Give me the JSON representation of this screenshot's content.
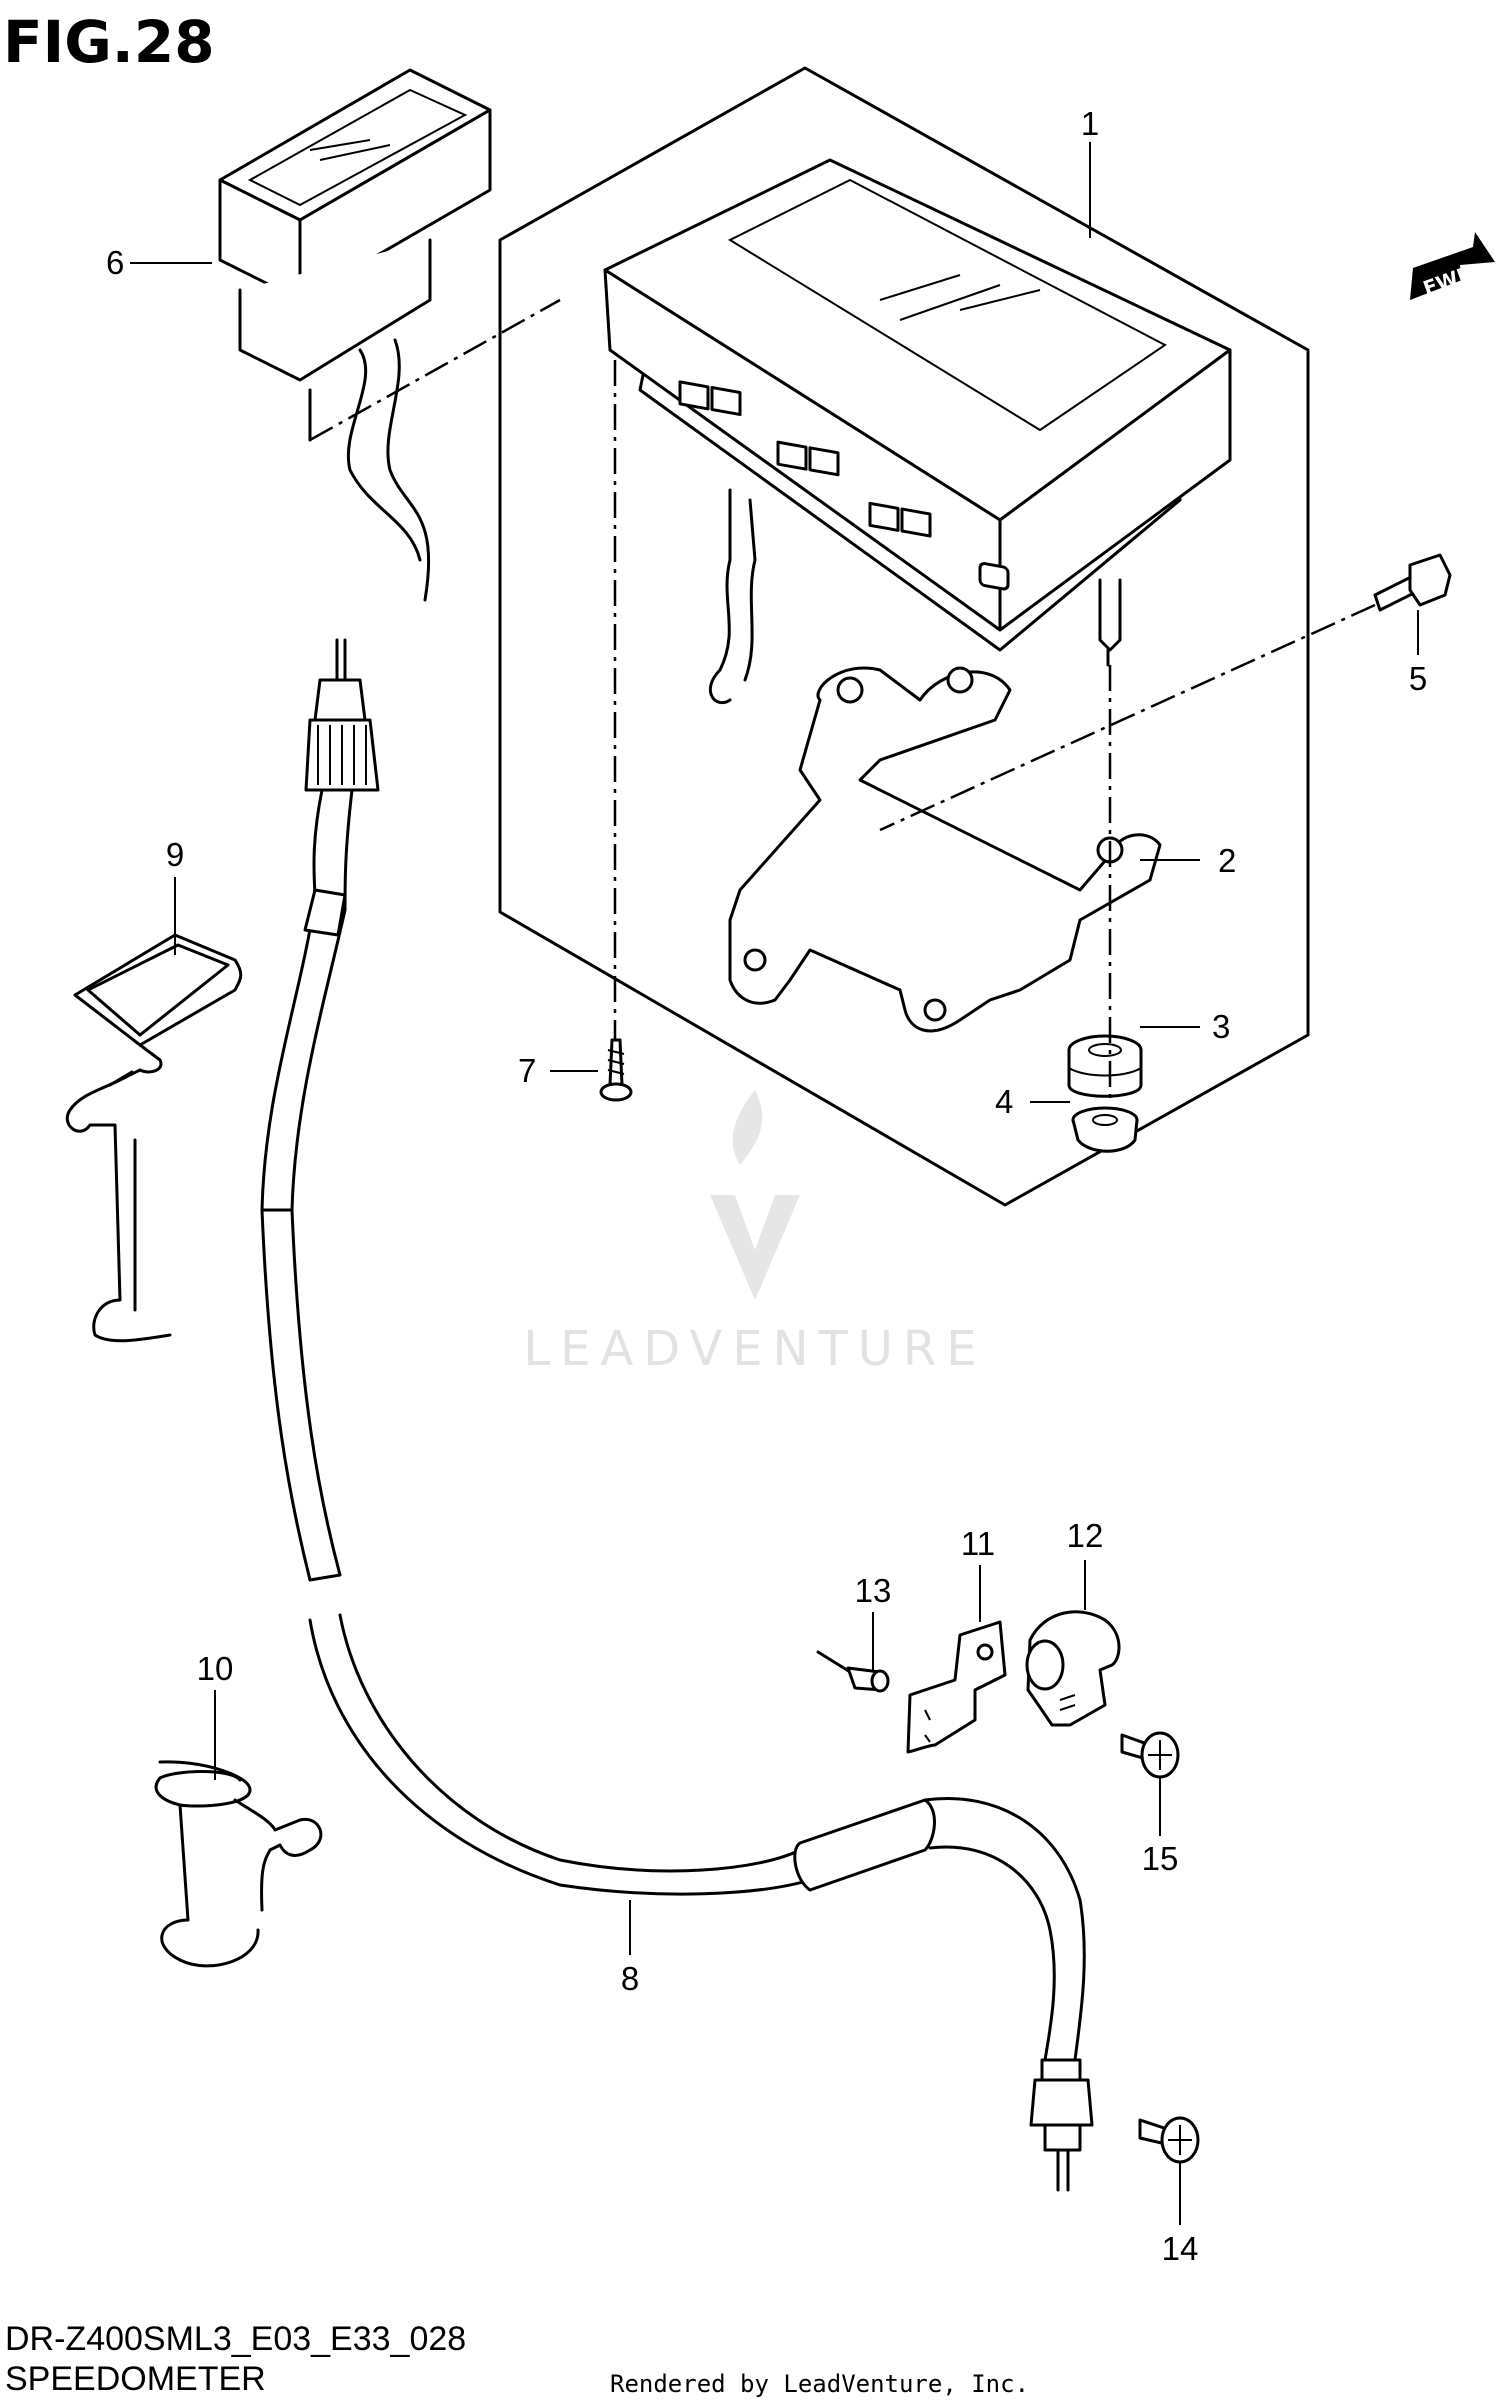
{
  "figure": {
    "title": "FIG.28",
    "model_code": "DR-Z400SML3_E03_E33_028",
    "caption": "SPEEDOMETER",
    "credit": "Rendered by LeadVenture, Inc.",
    "watermark": "LEADVENTURE",
    "direction_arrow": "FWD"
  },
  "callouts": [
    {
      "number": "1",
      "part": "speedometer-assembly"
    },
    {
      "number": "2",
      "part": "bracket"
    },
    {
      "number": "3",
      "part": "cushion"
    },
    {
      "number": "4",
      "part": "collar"
    },
    {
      "number": "5",
      "part": "bolt"
    },
    {
      "number": "6",
      "part": "cover"
    },
    {
      "number": "7",
      "part": "screw"
    },
    {
      "number": "8",
      "part": "speedometer-cable"
    },
    {
      "number": "9",
      "part": "clamp"
    },
    {
      "number": "10",
      "part": "clamp"
    },
    {
      "number": "11",
      "part": "clamp"
    },
    {
      "number": "12",
      "part": "clamp"
    },
    {
      "number": "13",
      "part": "rivet"
    },
    {
      "number": "14",
      "part": "screw"
    },
    {
      "number": "15",
      "part": "screw"
    }
  ],
  "colors": {
    "line": "#000000",
    "background": "#ffffff",
    "watermark": "#e2e2e2"
  }
}
